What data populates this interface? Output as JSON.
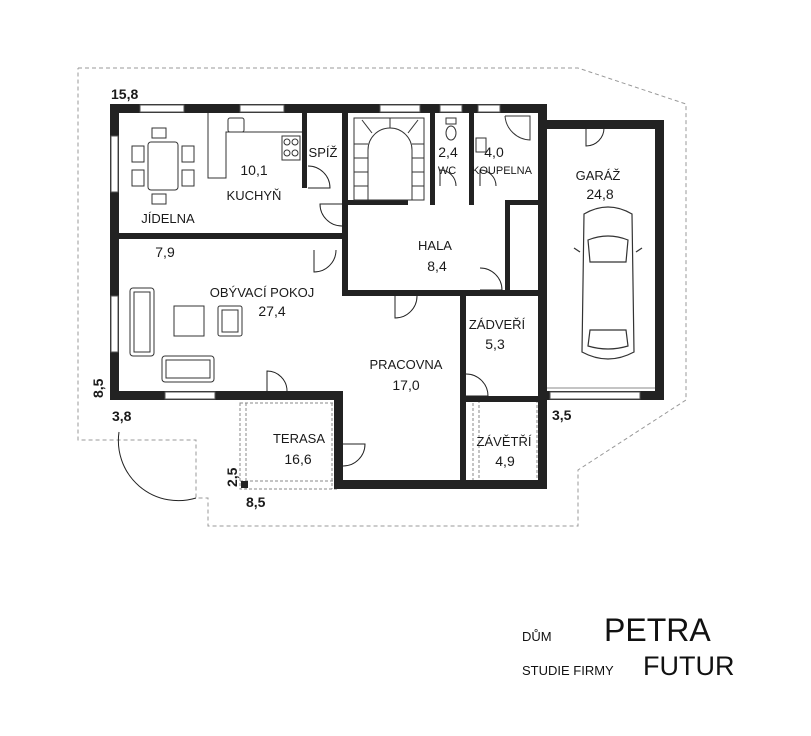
{
  "rooms": {
    "kuchyn": {
      "name": "KUCHYŇ",
      "area": "10,1"
    },
    "spiz": {
      "name": "SPÍŽ"
    },
    "jidelna": {
      "name": "JÍDELNA",
      "area": "7,9"
    },
    "obyvaci": {
      "name": "OBÝVACÍ POKOJ",
      "area": "27,4"
    },
    "hala": {
      "name": "HALA",
      "area": "8,4"
    },
    "wc": {
      "name": "WC",
      "area": "2,4"
    },
    "koupelna": {
      "name": "KOUPELNA",
      "area": "4,0"
    },
    "garaz": {
      "name": "GARÁŽ",
      "area": "24,8"
    },
    "zadveri": {
      "name": "ZÁDVEŘÍ",
      "area": "5,3"
    },
    "pracovna": {
      "name": "PRACOVNA",
      "area": "17,0"
    },
    "terasa": {
      "name": "TERASA",
      "area": "16,6"
    },
    "zavetri": {
      "name": "ZÁVĚTŘÍ",
      "area": "4,9"
    }
  },
  "dimensions": {
    "top": "15,8",
    "left": "8,5",
    "bottom_left": "3,8",
    "right": "3,5",
    "terrace_height": "2,5",
    "terrace_width": "8,5"
  },
  "footer": {
    "house_label": "DŮM",
    "house_name": "PETRA",
    "studio_label": "STUDIE FIRMY",
    "studio_name": "FUTUR"
  }
}
